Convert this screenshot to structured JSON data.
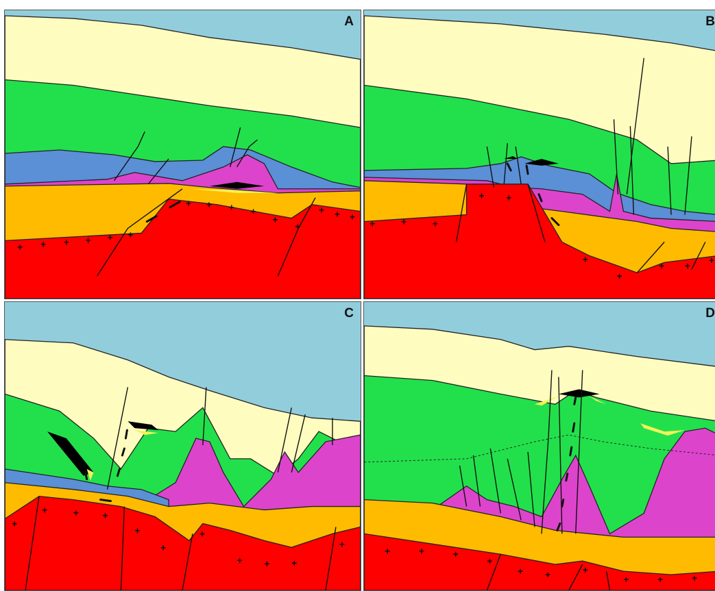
{
  "panels": [
    {
      "id": "a",
      "label": "A"
    },
    {
      "id": "b",
      "label": "B"
    },
    {
      "id": "c",
      "label": "C"
    },
    {
      "id": "d",
      "label": "D"
    }
  ],
  "colors": {
    "sky": "#92cddc",
    "pale_yellow": "#fefcbf",
    "green": "#22e04c",
    "blue": "#5b8fd6",
    "magenta": "#dd44cc",
    "orange": "#ffbb00",
    "basement_red": "#ff0000",
    "hydrocarbon_black": "#000000",
    "lens_yellow": "#f2f25a"
  },
  "symbols": {
    "basement_marker": "plus-marker",
    "migration_marker": "arrow-marker",
    "fault_marker": "fault-line"
  }
}
